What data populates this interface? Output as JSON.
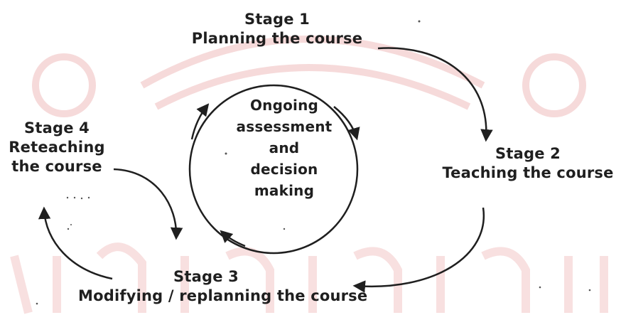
{
  "stages": {
    "stage1": {
      "number": "Stage 1",
      "title": "Planning the course"
    },
    "stage2": {
      "number": "Stage 2",
      "title": "Teaching the course"
    },
    "stage3": {
      "number": "Stage 3",
      "title": "Modifying / replanning the course"
    },
    "stage4": {
      "number": "Stage 4",
      "title_line1": "Reteaching",
      "title_line2": "the course"
    }
  },
  "center": {
    "line1": "Ongoing",
    "line2": "assessment",
    "line3": "and",
    "line4": "decision",
    "line5": "making"
  },
  "colors": {
    "ink": "#1f1f1f",
    "watermark": "#f4d6d6"
  }
}
